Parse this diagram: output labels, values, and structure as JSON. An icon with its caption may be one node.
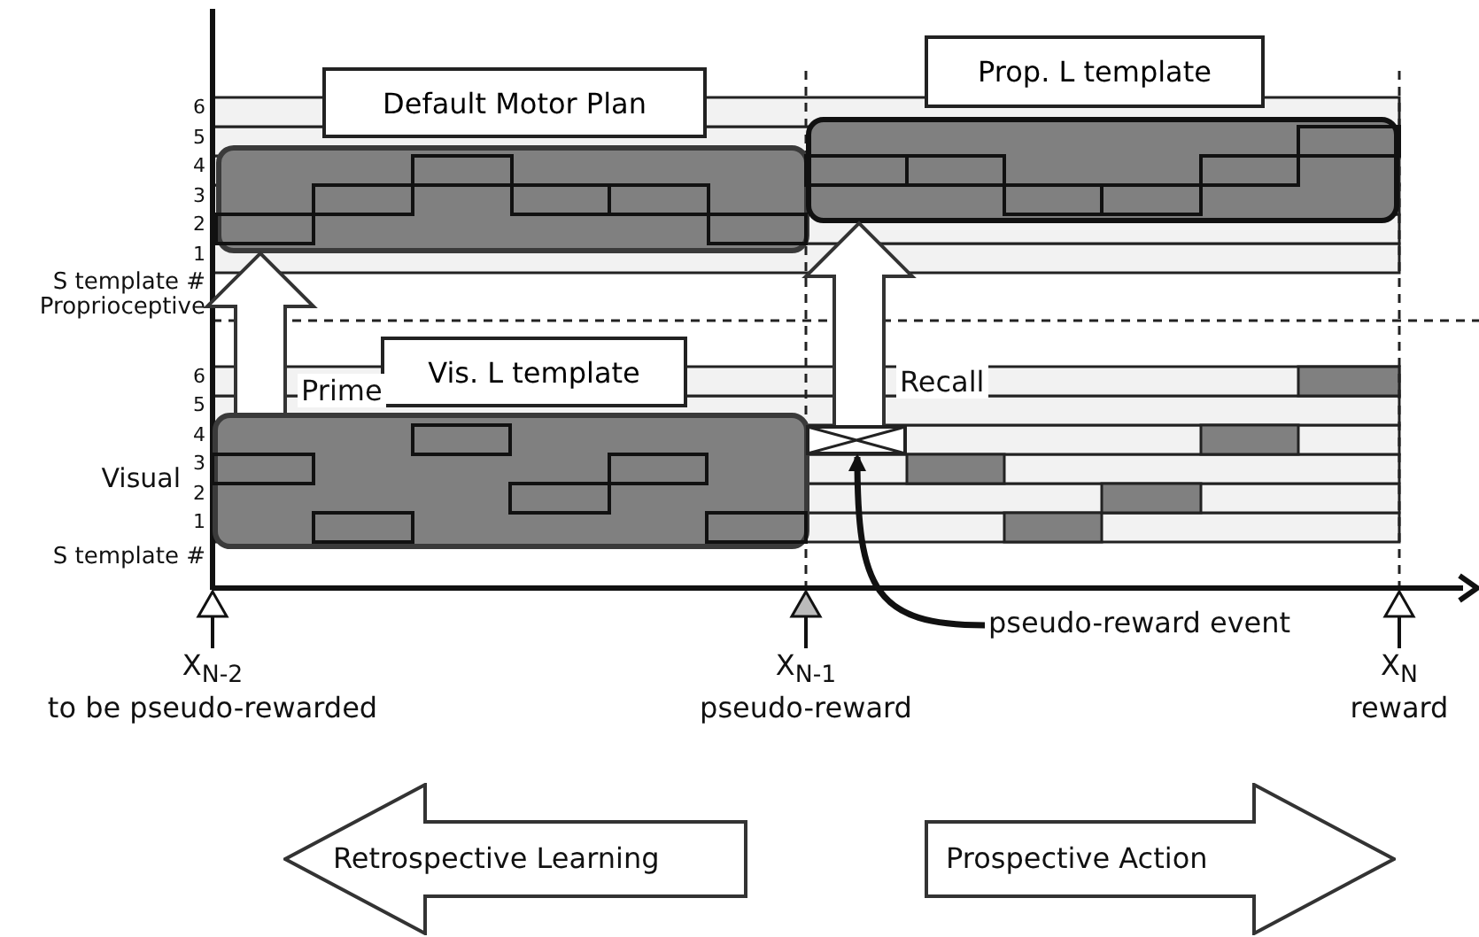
{
  "diagram": {
    "nodes": [
      {
        "text": [
          "Default Motor Plan"
        ]
      },
      {
        "text": [
          "Prop. L template"
        ]
      },
      {
        "text": [],
        "shape": "box"
      },
      {
        "text": [],
        "shape": "box"
      },
      {
        "text": [
          "Vis. L template"
        ]
      },
      {
        "text": [],
        "shape": "box"
      },
      {
        "text": [],
        "shape": "box"
      },
      {
        "text": [
          "pseudo-reward event"
        ]
      },
      {
        "text": [
          "Retrospective Learning"
        ]
      },
      {
        "text": [
          "Prospective Action"
        ]
      }
    ],
    "edges": [
      {
        "from": 5,
        "to": 2,
        "arrow": "to",
        "label": "Prime"
      },
      {
        "from": 6,
        "to": 3,
        "arrow": "to",
        "label": "Recall"
      },
      {
        "from": 7,
        "to": 6,
        "arrow": "to"
      }
    ],
    "labels": [
      "6",
      "5",
      "4",
      "3",
      "2",
      "1",
      "S template #",
      "Proprioceptive",
      "6",
      "5",
      "4",
      "3",
      "2",
      "1",
      "Visual",
      "S template #",
      "X$_{N-2}$",
      "to be pseudo-rewarded",
      "X$_{N-1}$",
      "pseudo-reward",
      "X$_{N}$",
      "reward"
    ]
  }
}
